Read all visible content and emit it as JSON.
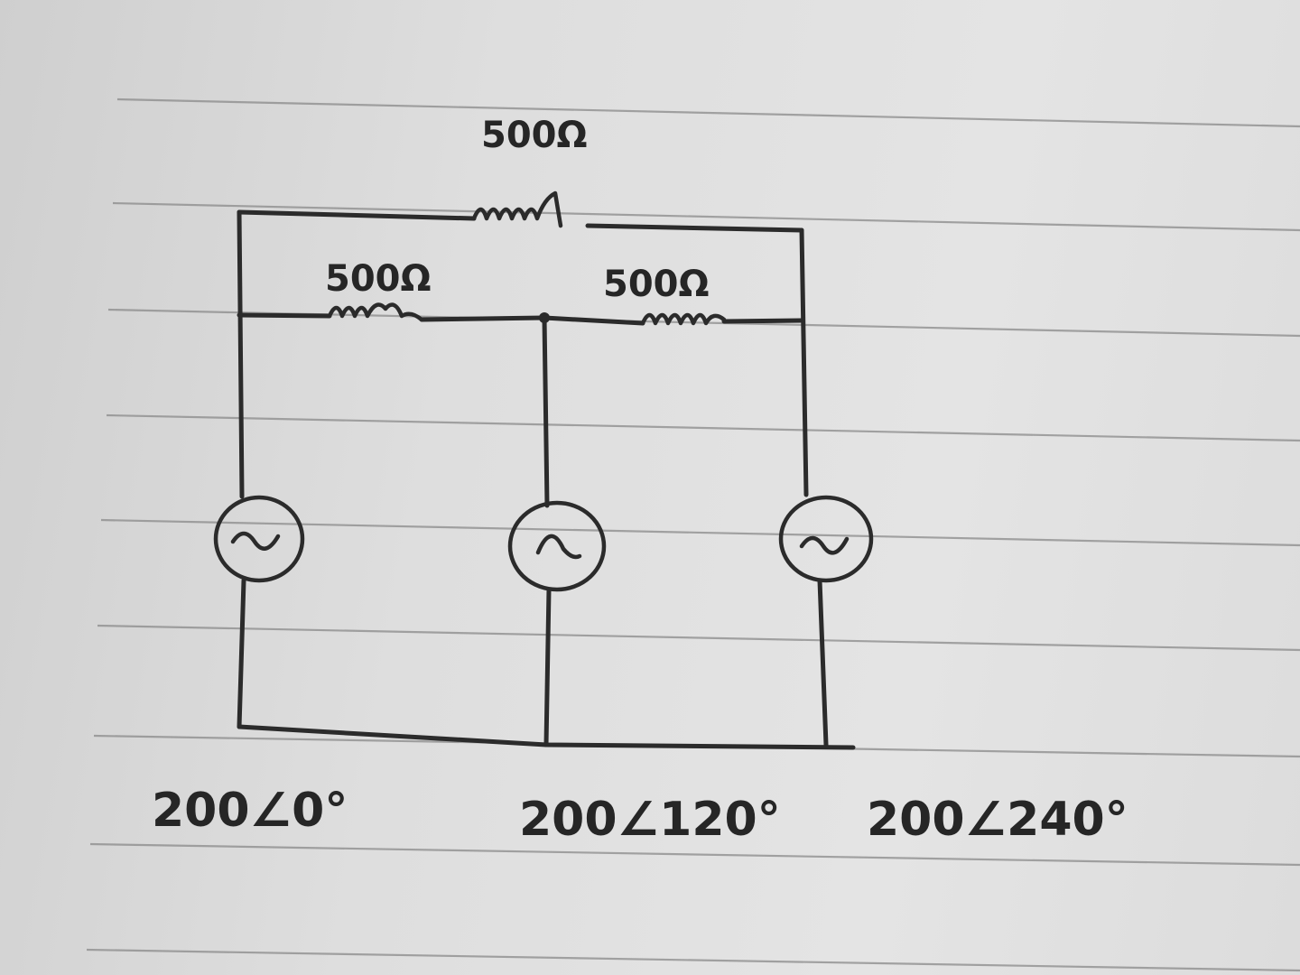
{
  "resistors": [
    {
      "id": "top",
      "label": "500Ω"
    },
    {
      "id": "left",
      "label": "500Ω"
    },
    {
      "id": "right",
      "label": "500Ω"
    }
  ],
  "sources": [
    {
      "id": "left",
      "label": "200∠0°"
    },
    {
      "id": "middle",
      "label": "200∠120°"
    },
    {
      "id": "right",
      "label": "200∠240°"
    }
  ]
}
